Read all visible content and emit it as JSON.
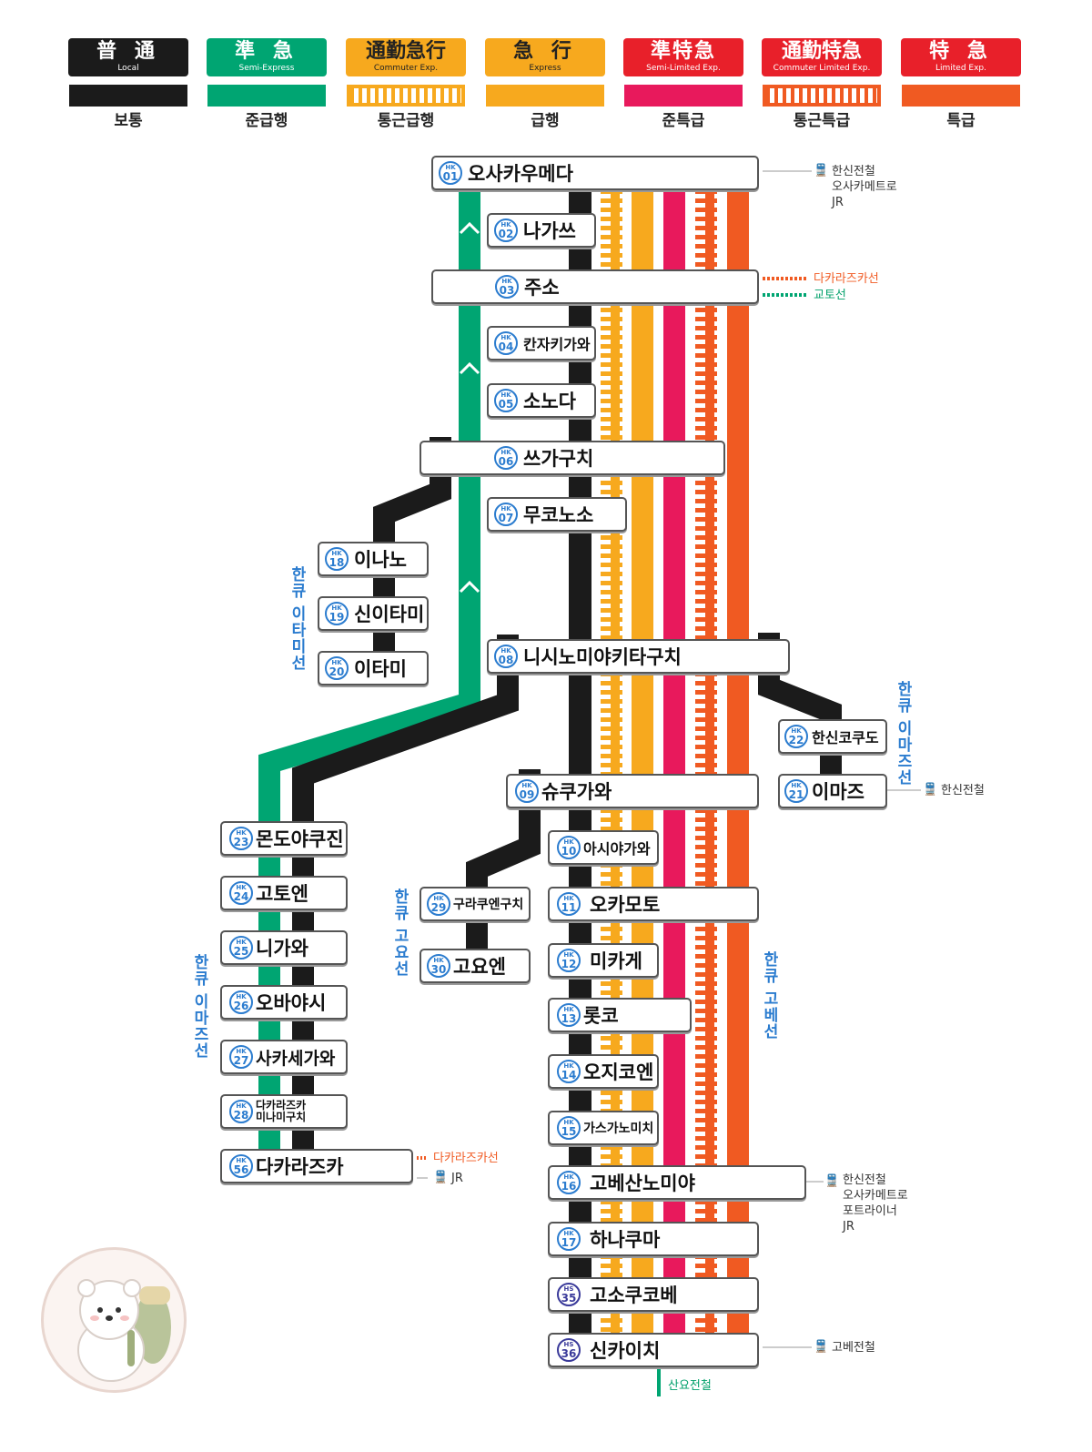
{
  "colors": {
    "local": "#1b1b1b",
    "semi_express": "#00a572",
    "commuter_express": "#f7a91e",
    "express": "#f7a91e",
    "semi_limited": "#e8195c",
    "commuter_limited": "#f05a22",
    "limited": "#f05a22",
    "code_blue": "#2b7ccf"
  },
  "legend": [
    {
      "jp": "普 通",
      "en": "Local",
      "kr": "보통",
      "bg": "#1b1b1b",
      "bar": "#1b1b1b",
      "pattern": "solid"
    },
    {
      "jp": "準 急",
      "en": "Semi-Express",
      "kr": "준급행",
      "bg": "#00a572",
      "bar": "#00a572",
      "pattern": "solid"
    },
    {
      "jp": "通勤急行",
      "en": "Commuter Exp.",
      "kr": "통근급행",
      "bg": "#f7a91e",
      "bar": "#f7a91e",
      "pattern": "striped"
    },
    {
      "jp": "急 行",
      "en": "Express",
      "kr": "급행",
      "bg": "#f7a91e",
      "bar": "#f7a91e",
      "pattern": "solid"
    },
    {
      "jp": "準特急",
      "en": "Semi-Limited Exp.",
      "kr": "준특급",
      "bg": "#e8202a",
      "bar": "#e8195c",
      "pattern": "solid"
    },
    {
      "jp": "通勤特急",
      "en": "Commuter Limited Exp.",
      "kr": "통근특급",
      "bg": "#e8202a",
      "bar": "#f05a22",
      "pattern": "striped"
    },
    {
      "jp": "特 急",
      "en": "Limited Exp.",
      "kr": "특급",
      "bg": "#e8202a",
      "bar": "#f05a22",
      "pattern": "solid"
    }
  ],
  "stations": [
    {
      "id": "hk01",
      "prefix": "HK",
      "num": "01",
      "name": "오사카우메다"
    },
    {
      "id": "hk02",
      "prefix": "HK",
      "num": "02",
      "name": "나가쓰"
    },
    {
      "id": "hk03",
      "prefix": "HK",
      "num": "03",
      "name": "주소"
    },
    {
      "id": "hk04",
      "prefix": "HK",
      "num": "04",
      "name": "칸자키가와"
    },
    {
      "id": "hk05",
      "prefix": "HK",
      "num": "05",
      "name": "소노다"
    },
    {
      "id": "hk06",
      "prefix": "HK",
      "num": "06",
      "name": "쓰가구치"
    },
    {
      "id": "hk07",
      "prefix": "HK",
      "num": "07",
      "name": "무코노소"
    },
    {
      "id": "hk18",
      "prefix": "HK",
      "num": "18",
      "name": "이나노"
    },
    {
      "id": "hk19",
      "prefix": "HK",
      "num": "19",
      "name": "신이타미"
    },
    {
      "id": "hk20",
      "prefix": "HK",
      "num": "20",
      "name": "이타미"
    },
    {
      "id": "hk08",
      "prefix": "HK",
      "num": "08",
      "name": "니시노미야키타구치"
    },
    {
      "id": "hk22",
      "prefix": "HK",
      "num": "22",
      "name": "한신코쿠도"
    },
    {
      "id": "hk21",
      "prefix": "HK",
      "num": "21",
      "name": "이마즈"
    },
    {
      "id": "hk09",
      "prefix": "HK",
      "num": "09",
      "name": "슈쿠가와"
    },
    {
      "id": "hk23",
      "prefix": "HK",
      "num": "23",
      "name": "몬도야쿠진"
    },
    {
      "id": "hk10",
      "prefix": "HK",
      "num": "10",
      "name": "아시야가와"
    },
    {
      "id": "hk24",
      "prefix": "HK",
      "num": "24",
      "name": "고토엔"
    },
    {
      "id": "hk29",
      "prefix": "HK",
      "num": "29",
      "name": "구라쿠엔구치"
    },
    {
      "id": "hk11",
      "prefix": "HK",
      "num": "11",
      "name": "오카모토"
    },
    {
      "id": "hk25",
      "prefix": "HK",
      "num": "25",
      "name": "니가와"
    },
    {
      "id": "hk30",
      "prefix": "HK",
      "num": "30",
      "name": "고요엔"
    },
    {
      "id": "hk12",
      "prefix": "HK",
      "num": "12",
      "name": "미카게"
    },
    {
      "id": "hk26",
      "prefix": "HK",
      "num": "26",
      "name": "오바야시"
    },
    {
      "id": "hk13",
      "prefix": "HK",
      "num": "13",
      "name": "롯코"
    },
    {
      "id": "hk27",
      "prefix": "HK",
      "num": "27",
      "name": "사카세가와"
    },
    {
      "id": "hk14",
      "prefix": "HK",
      "num": "14",
      "name": "오지코엔"
    },
    {
      "id": "hk28",
      "prefix": "HK",
      "num": "28",
      "name": "다카라즈카\n미나미구치"
    },
    {
      "id": "hk15",
      "prefix": "HK",
      "num": "15",
      "name": "가스가노미치"
    },
    {
      "id": "hk56",
      "prefix": "HK",
      "num": "56",
      "name": "다카라즈카"
    },
    {
      "id": "hk16",
      "prefix": "HK",
      "num": "16",
      "name": "고베산노미야"
    },
    {
      "id": "hk17",
      "prefix": "HK",
      "num": "17",
      "name": "하나쿠마"
    },
    {
      "id": "hs35",
      "prefix": "HS",
      "num": "35",
      "name": "고소쿠코베"
    },
    {
      "id": "hs36",
      "prefix": "HS",
      "num": "36",
      "name": "신카이치"
    }
  ],
  "line_labels": {
    "itami": "한큐 이타미선",
    "imazu_north": "한큐 이마즈선",
    "koyo": "한큐 고요선",
    "imazu_south": "한큐 이마즈선",
    "kobe": "한큐 고베선"
  },
  "transfers": {
    "umeda": "한신전철\n오사카메트로\nJR",
    "juso_takarazuka": "다카라즈카선",
    "juso_kyoto": "교토선",
    "imazu": "한신전철",
    "takarazuka_line": "다카라즈카선",
    "takarazuka_jr": "JR",
    "sannomiya": "한신전철\n오사카메트로\n포트라이너\nJR",
    "shinkaichi": "고베전철",
    "sanyo": "산요전철"
  },
  "icons": {
    "train": "train-icon",
    "mascot": "bear-mascot-icon"
  }
}
